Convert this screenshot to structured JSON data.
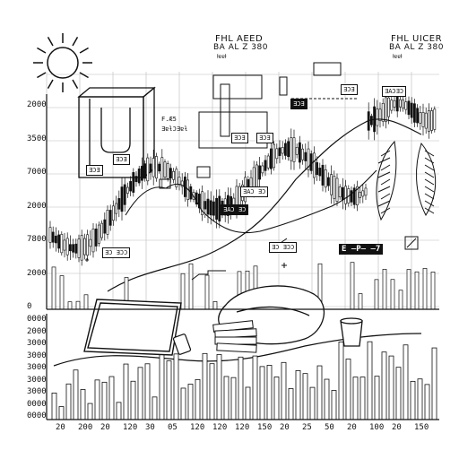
{
  "header_left": {
    "title": "FHL AEED",
    "line2": "BA AL Z 380",
    "small": "ƚɐɐƚ"
  },
  "header_right": {
    "title": "FHL UICER",
    "line2": "BA AL Z 380",
    "small": "ƚɐɐƚ"
  },
  "upper_axis_labels": [
    "2000",
    "3500",
    "7000",
    "2000",
    "7800",
    "2000",
    "0"
  ],
  "lower_axis_labels": [
    "0000",
    "2000",
    "3000",
    "3000",
    "3000",
    "3000",
    "3000",
    "0000",
    "0000"
  ],
  "x_axis_labels": [
    "20",
    "200",
    "20",
    "120",
    "30",
    "05",
    "120",
    "120",
    "120",
    "150",
    "20",
    "25",
    "50",
    "20",
    "100",
    "20",
    "150"
  ],
  "annotations": {
    "box_text_1": "F.Æ5",
    "box_text_2": "ƎɐƚƆƎɐƚ",
    "chart_tag_top": "ƎƆƎ",
    "chart_tag_mid1": "ƎAƆ ƎƆ",
    "chart_tag_mid2": "ƎAƆ ƎƆ",
    "chart_tag_low": "ƎƆ ƎƆƆ",
    "ep_label": "E ̶P̶ ̶7",
    "rt_tag1": "ƎƆƎ",
    "rt_tag2": "ƎAƆƎƆ"
  },
  "colors": {
    "ink": "#111111",
    "paper": "#ffffff"
  },
  "icons": [
    "sun-icon",
    "laptop-icon",
    "phone-icon",
    "pillow-icon",
    "cup-icon",
    "book-stack-icon",
    "palm-leaf-icon",
    "box-icon"
  ]
}
